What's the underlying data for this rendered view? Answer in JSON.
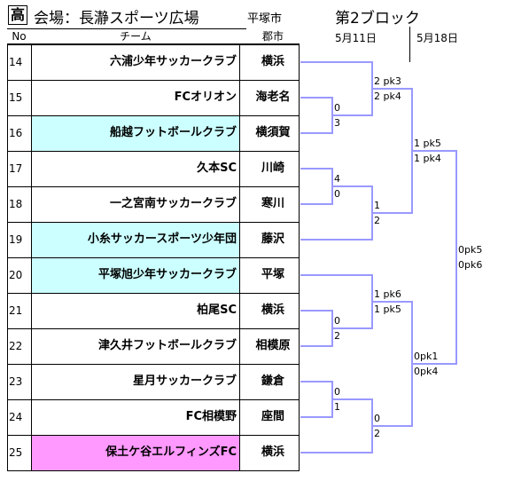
{
  "header": {
    "category": "高",
    "venue": "会場：長瀞スポーツ広場",
    "city": "平塚市",
    "block": "第2ブロック",
    "dates": [
      "5月11日",
      "5月18日"
    ],
    "col_no": "No",
    "col_team": "チーム",
    "col_city": "郡市"
  },
  "colors": {
    "highlight_cyan": "#ccffff",
    "highlight_pink": "#ff99ff",
    "bracket_line": "#9999ff"
  },
  "teams": [
    {
      "no": "14",
      "name": "六浦少年サッカークラブ",
      "city": "横浜",
      "hl": ""
    },
    {
      "no": "15",
      "name": "FCオリオン",
      "city": "海老名",
      "hl": ""
    },
    {
      "no": "16",
      "name": "船越フットボールクラブ",
      "city": "横須賀",
      "hl": "cyan"
    },
    {
      "no": "17",
      "name": "久本SC",
      "city": "川崎",
      "hl": ""
    },
    {
      "no": "18",
      "name": "一之宮南サッカークラブ",
      "city": "寒川",
      "hl": ""
    },
    {
      "no": "19",
      "name": "小糸サッカースポーツ少年団",
      "city": "藤沢",
      "hl": "cyan"
    },
    {
      "no": "20",
      "name": "平塚旭少年サッカークラブ",
      "city": "平塚",
      "hl": "cyan"
    },
    {
      "no": "21",
      "name": "柏尾SC",
      "city": "横浜",
      "hl": ""
    },
    {
      "no": "22",
      "name": "津久井フットボールクラブ",
      "city": "相模原",
      "hl": ""
    },
    {
      "no": "23",
      "name": "星月サッカークラブ",
      "city": "鎌倉",
      "hl": ""
    },
    {
      "no": "24",
      "name": "FC相模野",
      "city": "座間",
      "hl": ""
    },
    {
      "no": "25",
      "name": "保土ケ谷エルフィンズFC",
      "city": "横浜",
      "hl": "pink"
    }
  ],
  "scores": {
    "r1_15_16": [
      "0",
      "3"
    ],
    "r1_17_18": [
      "4",
      "0"
    ],
    "r1_21_22": [
      "0",
      "2"
    ],
    "r1_23_24": [
      "0",
      "1"
    ],
    "r2_14_w1": [
      "2 pk3",
      "2 pk4"
    ],
    "r2_w2_19": [
      "1",
      "2"
    ],
    "r2_20_w3": [
      "1 pk6",
      "1 pk5"
    ],
    "r2_w4_25": [
      "0",
      "2"
    ],
    "r3_top": [
      "1 pk5",
      "1 pk4"
    ],
    "r3_bot": [
      "0pk1",
      "0pk4"
    ],
    "final": [
      "0pk5",
      "0pk6"
    ]
  }
}
